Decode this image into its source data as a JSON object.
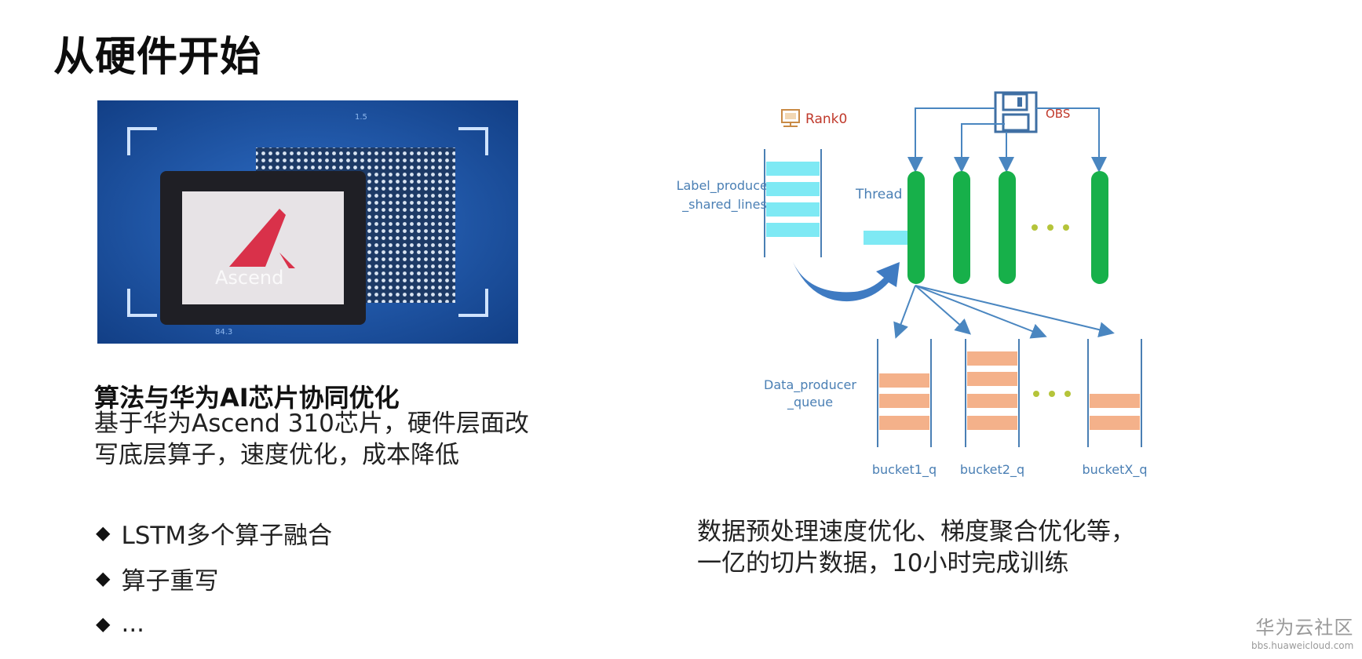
{
  "slide": {
    "title": "从硬件开始"
  },
  "chip_image": {
    "brand_text": "Ascend",
    "tick_top": "1.5",
    "tick_bottom": "84.3"
  },
  "left": {
    "heading": "算法与华为AI芯片协同优化",
    "description_lines": [
      "基于华为Ascend 310芯片，硬件层面改",
      "写底层算子，速度优化，成本降低"
    ],
    "bullets": [
      {
        "marker": "◆",
        "text": "LSTM多个算子融合"
      },
      {
        "marker": "◆",
        "text": "算子重写"
      },
      {
        "marker": "◆",
        "text": "..."
      }
    ]
  },
  "diagram": {
    "rank_label": "Rank0",
    "obs_label": "OBS",
    "label_producer_line1": "Label_producer",
    "label_producer_line2": "_shared_lines",
    "thread_label": "Thread",
    "data_producer_line1": "Data_producer",
    "data_producer_line2": "_queue",
    "bucket_labels": [
      "bucket1_q",
      "bucket2_q",
      "bucketX_q"
    ],
    "colors": {
      "thread_green": "#17b04a",
      "queue_cyan": "#7ee9f4",
      "bucket_orange": "#f4b18a",
      "arrow_blue": "#4a86c0",
      "label_blue": "#4a7fb4",
      "rank_red": "#c0392b",
      "dots_olive": "#b5c43a"
    }
  },
  "right": {
    "description_lines": [
      "数据预处理速度优化、梯度聚合优化等，",
      "一亿的切片数据，10小时完成训练"
    ]
  },
  "watermark": {
    "name": "华为云社区",
    "url": "bbs.huaweicloud.com"
  }
}
